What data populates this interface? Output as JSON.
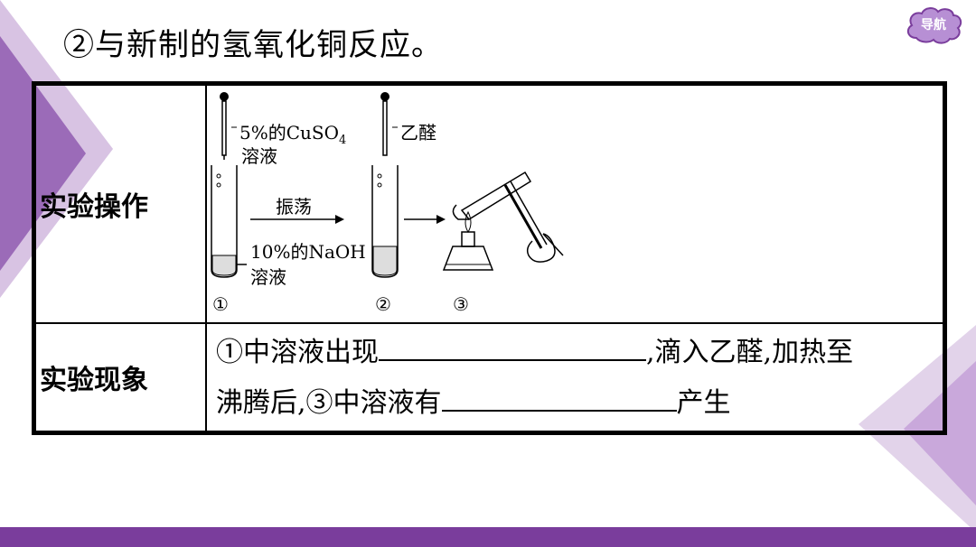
{
  "title": "②与新制的氢氧化铜反应。",
  "nav": {
    "label": "导航"
  },
  "table": {
    "operation_label": "实验操作",
    "phenomenon_label": "实验现象",
    "apparatus": {
      "cuso4_label": "5%的CuSO",
      "cuso4_sub": "4",
      "cuso4_label2": "溶液",
      "acetaldehyde_label": "乙醛",
      "shake_label": "振荡",
      "naoh_label": "10%的NaOH",
      "naoh_label2": "溶液",
      "step1": "①",
      "step2": "②",
      "step3": "③"
    },
    "phenomenon": {
      "part1": "①中溶液出现",
      "part2": ",滴入乙醛,加热至",
      "part3": "沸腾后,③中溶液有",
      "part4": "产生"
    }
  },
  "colors": {
    "accent": "#7a3d9c",
    "accent_light": "#c9a8db"
  }
}
